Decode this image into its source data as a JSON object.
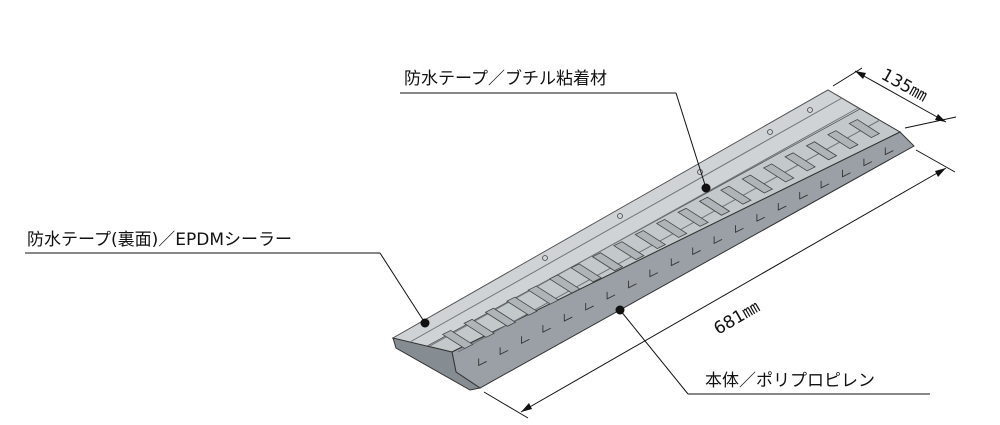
{
  "labels": {
    "tape_butyl": "防水テープ／ブチル粘着材",
    "tape_back": "防水テープ(裏面)／EPDMシーラー",
    "body": "本体／ポリプロピレン"
  },
  "dimensions": {
    "width": "135㎜",
    "length": "681㎜"
  },
  "colors": {
    "product_fill": "#b9bec2",
    "product_dark": "#8e959a",
    "product_light": "#d7dbde",
    "line": "#111111"
  }
}
